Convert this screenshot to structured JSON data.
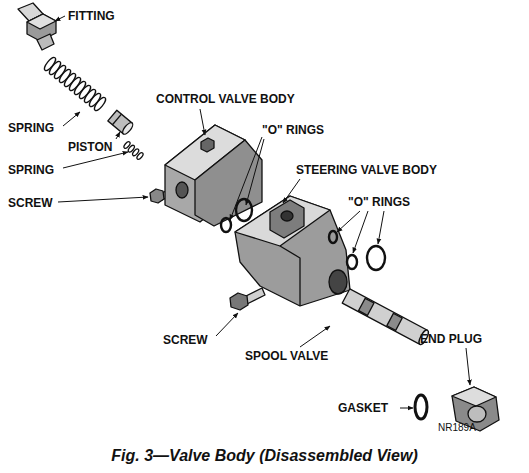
{
  "diagram": {
    "caption": "Fig. 3—Valve Body (Disassembled View)",
    "labels": [
      "FITTING",
      "SPRING",
      "PISTON",
      "SPRING",
      "SCREW",
      "CONTROL VALVE BODY",
      "\"O\" RINGS",
      "STEERING VALVE BODY",
      "\"O\" RINGS",
      "SCREW",
      "SPOOL VALVE",
      "END PLUG",
      "GASKET",
      "NR189A"
    ]
  }
}
